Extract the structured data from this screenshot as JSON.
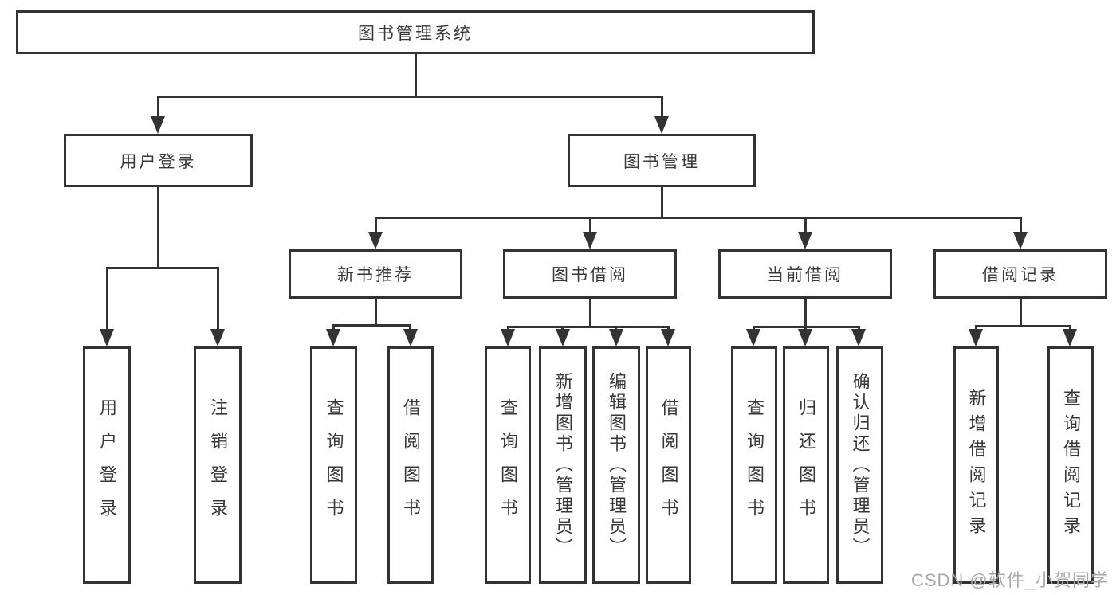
{
  "diagram_title": "图书管理系统",
  "nodes": {
    "root": "图书管理系统",
    "user_login": {
      "label": "用户登录",
      "children": [
        "用户登录",
        "注销登录"
      ]
    },
    "book_mgmt": {
      "label": "图书管理",
      "children": [
        {
          "label": "新书推荐",
          "children": [
            "查询图书",
            "借阅图书"
          ]
        },
        {
          "label": "图书借阅",
          "children": [
            "查询图书",
            "新增图书（管理员）",
            "编辑图书（管理员）",
            "借阅图书"
          ]
        },
        {
          "label": "当前借阅",
          "children": [
            "查询图书",
            "归还图书",
            "确认归还（管理员）"
          ]
        },
        {
          "label": "借阅记录",
          "children": [
            "新增借阅记录",
            "查询借阅记录"
          ]
        }
      ]
    }
  },
  "watermark": "CSDN @软件_小贺同学",
  "colors": {
    "line": "#333333",
    "text": "#383838",
    "watermark": "#a9a9a9",
    "background": "#ffffff"
  }
}
